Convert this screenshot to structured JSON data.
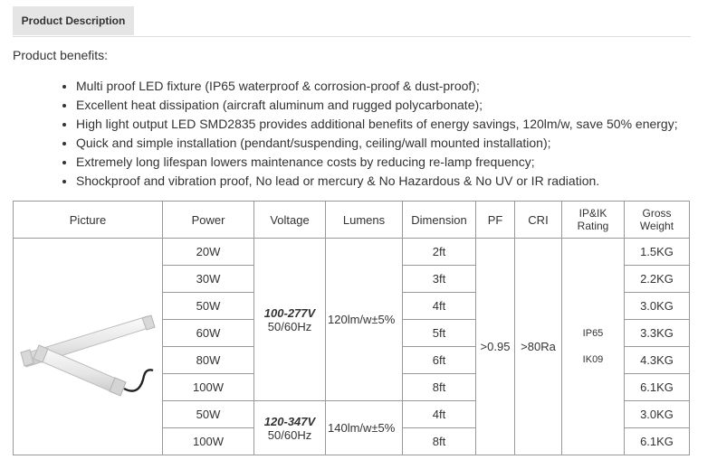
{
  "tab": {
    "label": "Product Description"
  },
  "intro": "Product benefits:",
  "benefits": [
    "Multi proof LED fixture (IP65 waterproof & corrosion-proof & dust-proof);",
    "Excellent heat dissipation (aircraft aluminum and rugged polycarbonate);",
    "High light output LED SMD2835 provides additional benefits of energy savings, 120lm/w, save 50% energy;",
    "Quick and simple installation (pendant/suspending, ceiling/wall mounted installation);",
    "Extremely long lifespan lowers maintenance costs by reducing re-lamp frequency;",
    "Shockproof and vibration proof, No lead or mercury & No Hazardous & No UV or IR radiation."
  ],
  "table": {
    "headers": {
      "picture": "Picture",
      "power": "Power",
      "voltage": "Voltage",
      "lumens": "Lumens",
      "dimension": "Dimension",
      "pf": "PF",
      "cri": "CRI",
      "rating_1": "IP&IK",
      "rating_2": "Rating",
      "weight_1": "Gross",
      "weight_2": "Weight"
    },
    "rows": [
      {
        "power": "20W",
        "dimension": "2ft",
        "weight": "1.5KG"
      },
      {
        "power": "30W",
        "dimension": "3ft",
        "weight": "2.2KG"
      },
      {
        "power": "50W",
        "dimension": "4ft",
        "weight": "3.0KG"
      },
      {
        "power": "60W",
        "dimension": "5ft",
        "weight": "3.3KG"
      },
      {
        "power": "80W",
        "dimension": "6ft",
        "weight": "4.3KG"
      },
      {
        "power": "100W",
        "dimension": "8ft",
        "weight": "6.1KG"
      },
      {
        "power": "50W",
        "dimension": "4ft",
        "weight": "3.0KG"
      },
      {
        "power": "100W",
        "dimension": "8ft",
        "weight": "6.1KG"
      }
    ],
    "group_a": {
      "voltage": "100-277V",
      "frequency": "50/60Hz",
      "lumens": "120lm/w±5%"
    },
    "group_b": {
      "voltage": "120-347V",
      "frequency": "50/60Hz",
      "lumens": "140lm/w±5%"
    },
    "pf": ">0.95",
    "cri": ">80Ra",
    "ip": "IP65",
    "ik": "IK09"
  }
}
